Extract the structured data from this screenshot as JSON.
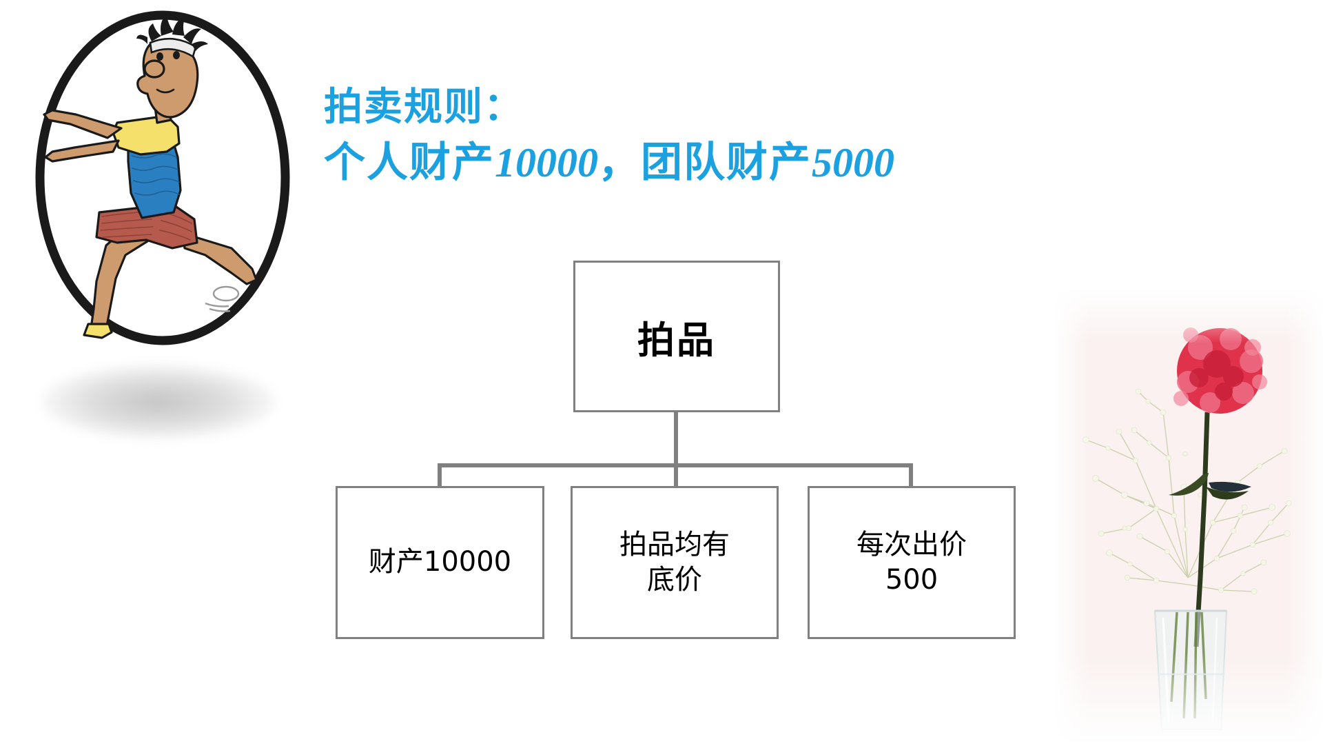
{
  "slide": {
    "background_color": "#ffffff",
    "accent_color": "#1BA0E0",
    "border_color": "#808080",
    "text_color": "#000000"
  },
  "title": {
    "line1": "拍卖规则：",
    "line2_prefix": "个人财产",
    "line2_value1": "10000",
    "line2_separator": "，",
    "line2_middle": "团队财产",
    "line2_value2": "5000"
  },
  "org_chart": {
    "root": {
      "label": "拍品"
    },
    "children": [
      {
        "label": "财产10000"
      },
      {
        "label": "拍品均有\n底价"
      },
      {
        "label": "每次出价\n500"
      }
    ]
  },
  "images": {
    "runner": {
      "name": "cartoon-runner-in-oval-frame",
      "alt": "Cartoon athlete stretching inside a thick black oval frame",
      "colors": {
        "frame": "#1a1a1a",
        "skin": "#cd9b6e",
        "shirt": "#f4e06a",
        "singlet": "#2a7fc1",
        "shorts": "#b55a4c",
        "headband": "#e8e8e8",
        "shoe": "#f4e06a"
      }
    },
    "flower": {
      "name": "red-carnation-in-glass-vase",
      "alt": "Red carnation with baby's breath in a clear glass vase",
      "colors": {
        "bloom": "#e0324a",
        "bloom_light": "#f0708a",
        "stem": "#2d3a1e",
        "babys_breath": "#e8ecd4",
        "vase": "#e9eef0",
        "background": "#f8eeed"
      }
    }
  }
}
